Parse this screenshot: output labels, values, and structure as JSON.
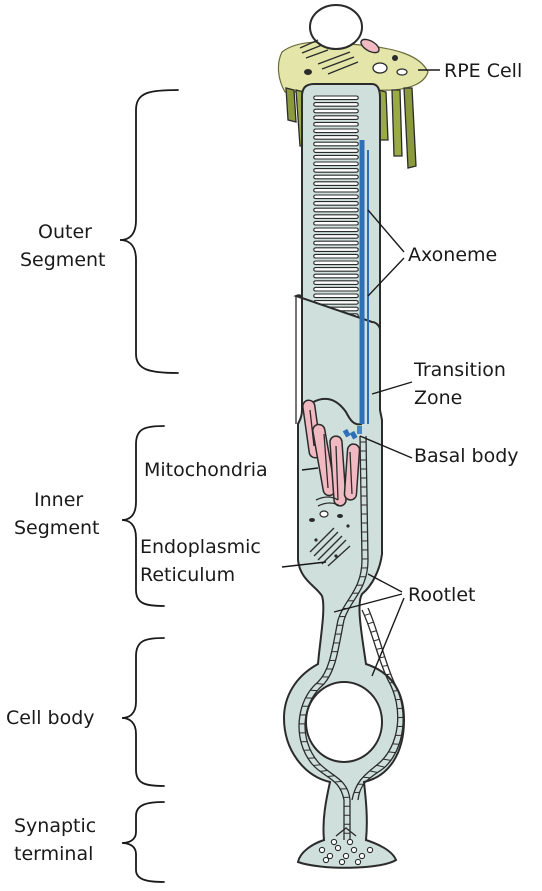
{
  "labels": {
    "rpe_cell": "RPE Cell",
    "outer_segment_line1": "Outer",
    "outer_segment_line2": "Segment",
    "axoneme": "Axoneme",
    "transition_zone_line1": "Transition",
    "transition_zone_line2": "Zone",
    "basal_body": "Basal body",
    "mitochondria": "Mitochondria",
    "inner_segment_line1": "Inner",
    "inner_segment_line2": "Segment",
    "er_line1": "Endoplasmic",
    "er_line2": "Reticulum",
    "rootlet": "Rootlet",
    "cell_body": "Cell body",
    "synaptic_line1": "Synaptic",
    "synaptic_line2": "terminal"
  },
  "colors": {
    "cell_fill": "#cfe0dc",
    "rpe_fill": "#e3e6a8",
    "axoneme_blue": "#2f6fb7",
    "mito_pink": "#f1b9c1",
    "outline": "#2b2b2b",
    "background": "#ffffff"
  }
}
